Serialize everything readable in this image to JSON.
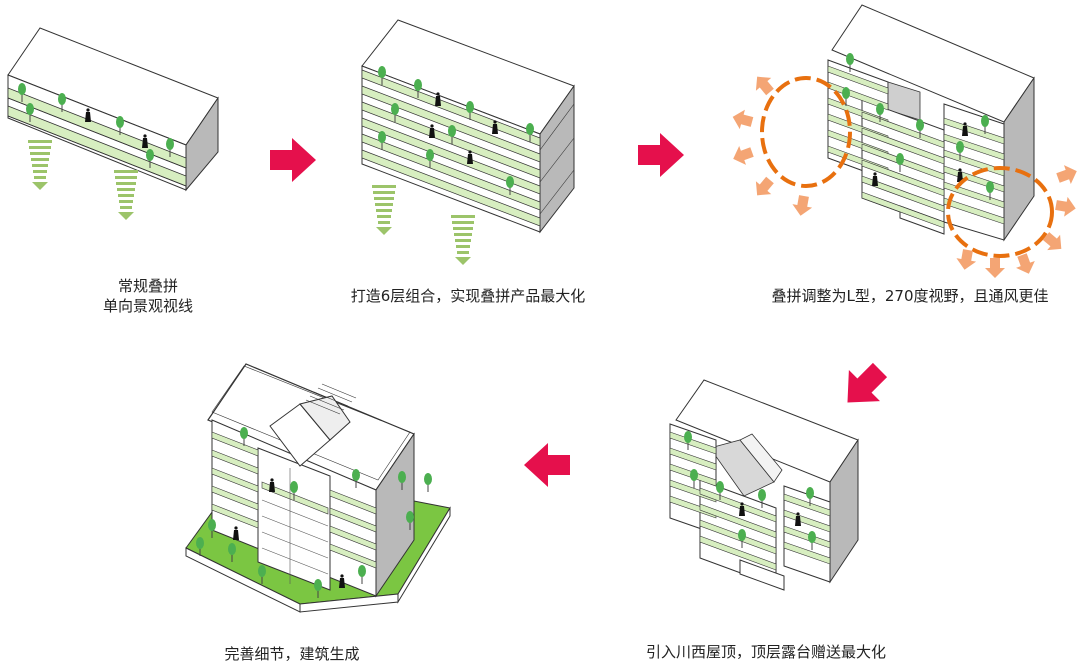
{
  "steps": [
    {
      "caption_lines": [
        "常规叠拼",
        "单向景观视线"
      ]
    },
    {
      "caption_lines": [
        "打造6层组合，实现叠拼产品最大化"
      ]
    },
    {
      "caption_lines": [
        "叠拼调整为L型，270度视野，且通风更佳"
      ]
    },
    {
      "caption_lines": [
        "引入川西屋顶，顶层露台赠送最大化"
      ]
    },
    {
      "caption_lines": [
        "完善细节，建筑生成"
      ]
    }
  ],
  "colors": {
    "arrow": "#e5104c",
    "terrace": "#d7eec0",
    "tree": "#4caf50",
    "wall": "#ffffff",
    "side": "#b9b9b9",
    "outline": "#333333",
    "vent": "#e8700f",
    "vent_arrow": "#f4a574",
    "sightline": "#9cc46a",
    "ground": "#7bc642"
  }
}
